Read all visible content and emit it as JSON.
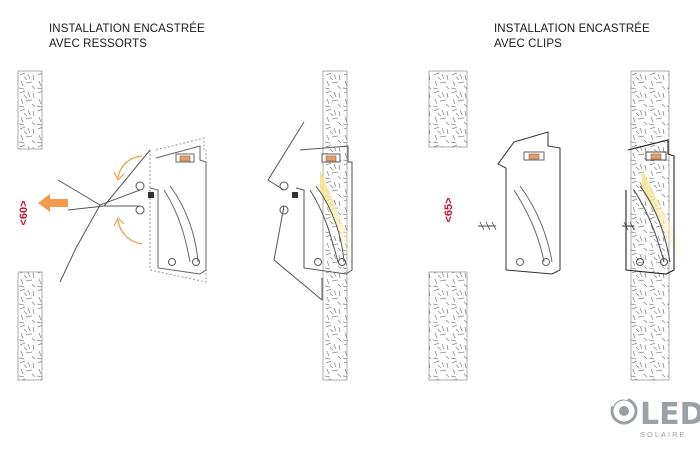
{
  "panels": {
    "left": {
      "title_line1": "INSTALLATION ENCASTRÉE",
      "title_line2": "AVEC RESSORTS",
      "dimension": "<60>"
    },
    "right": {
      "title_line1": "INSTALLATION ENCASTRÉE",
      "title_line2": "AVEC CLIPS",
      "dimension": "<65>"
    }
  },
  "logo": {
    "main": "LED",
    "sub": "SOLAIRE"
  },
  "colors": {
    "accent_red": "#c8102e",
    "arrow_orange": "#f39a4a",
    "led_glow": "#fbeebb",
    "wall_stroke": "#777777"
  }
}
